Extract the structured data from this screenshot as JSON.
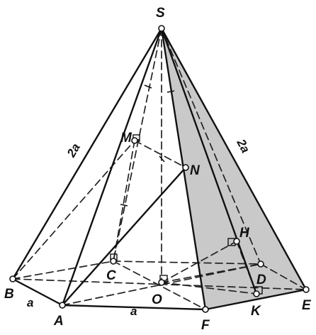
{
  "figure": {
    "vertices": {
      "apex": "S",
      "base": [
        "A",
        "B",
        "C",
        "D",
        "E",
        "F"
      ]
    },
    "points": {
      "M": "M",
      "N": "N",
      "H": "H",
      "K": "K",
      "O": "O"
    },
    "edge_labels": {
      "lateral_left": "2a",
      "lateral_right": "2a",
      "base_AB": "a",
      "base_AF": "a"
    },
    "colors": {
      "shaded_face": "#c9c9c9",
      "lines": "#111111"
    }
  }
}
